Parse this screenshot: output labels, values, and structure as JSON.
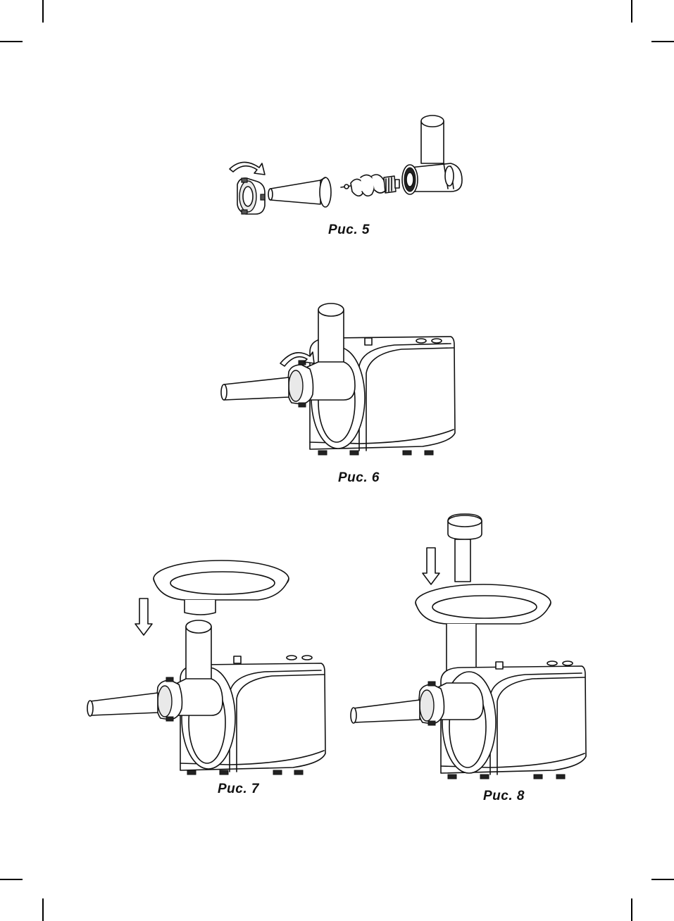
{
  "figures": [
    {
      "id": "fig5",
      "caption": "Рис. 5"
    },
    {
      "id": "fig6",
      "caption": "Рис. 6"
    },
    {
      "id": "fig7",
      "caption": "Рис. 7"
    },
    {
      "id": "fig8",
      "caption": "Рис. 8"
    }
  ]
}
